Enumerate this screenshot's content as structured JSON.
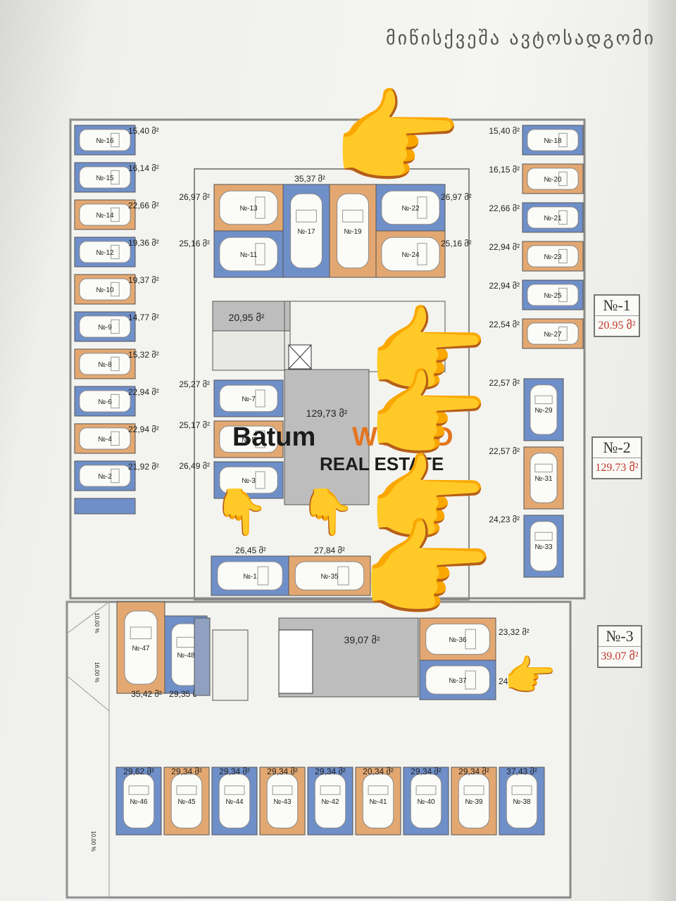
{
  "title": "მიწისქვეშა ავტოსადგომი",
  "colors": {
    "blue": "#6f8fc9",
    "orange": "#e3a871",
    "car": "#fbfbf8",
    "wall": "#8a8a8a",
    "hall": "#bdbdbd",
    "floor": "#f3f3f0"
  },
  "legend": [
    {
      "key": "№-1",
      "value": "20.95 მ²"
    },
    {
      "key": "№-2",
      "value": "129.73 მ²"
    },
    {
      "key": "№-3",
      "value": "39.07 მ²"
    }
  ],
  "logo": {
    "part1": "Batum",
    "part2": "WORLD",
    "tagline": "REAL ESTATE"
  },
  "areas": {
    "a1": "20,95 მ²",
    "a2": "129,73 მ²",
    "a3": "39,07 მ²",
    "top": "35,37 მ²"
  },
  "left_column": [
    {
      "no": "№-16",
      "area": "15,40 მ²",
      "c": "blue"
    },
    {
      "no": "№-15",
      "area": "16,14 მ²",
      "c": "blue"
    },
    {
      "no": "№-14",
      "area": "22,66 მ²",
      "c": "orange"
    },
    {
      "no": "№-12",
      "area": "19,36 მ²",
      "c": "blue"
    },
    {
      "no": "№-10",
      "area": "19,37 მ²",
      "c": "orange"
    },
    {
      "no": "№-9",
      "area": "14,77 მ²",
      "c": "blue"
    },
    {
      "no": "№-8",
      "area": "15,32 მ²",
      "c": "orange"
    },
    {
      "no": "№-6",
      "area": "22,94 მ²",
      "c": "blue"
    },
    {
      "no": "№-4",
      "area": "22,94 მ²",
      "c": "orange"
    },
    {
      "no": "№-2",
      "area": "21,92 მ²",
      "c": "blue"
    }
  ],
  "right_column": [
    {
      "no": "№-18",
      "area": "15,40 მ²",
      "c": "blue"
    },
    {
      "no": "№-20",
      "area": "16,15 მ²",
      "c": "orange"
    },
    {
      "no": "№-21",
      "area": "22,66 მ²",
      "c": "blue"
    },
    {
      "no": "№-23",
      "area": "22,94 მ²",
      "c": "orange"
    },
    {
      "no": "№-25",
      "area": "22,94 მ²",
      "c": "blue"
    },
    {
      "no": "№-27",
      "area": "22,54 მ²",
      "c": "orange"
    }
  ],
  "right_vertical": [
    {
      "no": "№-29",
      "area": "22,57 მ²",
      "c": "blue"
    },
    {
      "no": "№-31",
      "area": "22,57 მ²",
      "c": "orange"
    },
    {
      "no": "№-33",
      "area": "24,23 მ²",
      "c": "blue"
    }
  ],
  "core_top": [
    {
      "no": "№-13",
      "area": "26,97 მ²",
      "c": "orange"
    },
    {
      "no": "№-11",
      "area": "25,16 მ²",
      "c": "blue"
    },
    {
      "no": "№-17",
      "area": "",
      "c": "blue"
    },
    {
      "no": "№-19",
      "area": "",
      "c": "orange"
    },
    {
      "no": "№-22",
      "area": "26,97 მ²",
      "c": "blue"
    },
    {
      "no": "№-24",
      "area": "25,16 მ²",
      "c": "orange"
    }
  ],
  "core_left": [
    {
      "no": "№-7",
      "area": "25,27 მ²",
      "c": "blue"
    },
    {
      "no": "№-5",
      "area": "25,17 მ²",
      "c": "orange"
    },
    {
      "no": "№-3",
      "area": "26,49 მ²",
      "c": "blue"
    }
  ],
  "core_bottom": [
    {
      "no": "№-1",
      "area": "26,45 მ²",
      "c": "blue"
    },
    {
      "no": "№-35",
      "area": "27,84 მ²",
      "c": "orange"
    }
  ],
  "lower_left": [
    {
      "no": "№-47",
      "area": "35,42 მ²",
      "c": "orange"
    },
    {
      "no": "№-48",
      "area": "29,35 მ²",
      "c": "blue"
    }
  ],
  "lower_right": [
    {
      "no": "№-36",
      "area": "23,32 მ²",
      "c": "orange"
    },
    {
      "no": "№-37",
      "area": "24,49 მ²",
      "c": "blue"
    }
  ],
  "bottom_row": [
    {
      "no": "№-46",
      "area": "29,62 მ²",
      "c": "blue"
    },
    {
      "no": "№-45",
      "area": "29,34 მ²",
      "c": "orange"
    },
    {
      "no": "№-44",
      "area": "29,34 მ²",
      "c": "blue"
    },
    {
      "no": "№-43",
      "area": "29,34 მ²",
      "c": "orange"
    },
    {
      "no": "№-42",
      "area": "29,34 მ²",
      "c": "blue"
    },
    {
      "no": "№-41",
      "area": "20,34 მ²",
      "c": "orange"
    },
    {
      "no": "№-40",
      "area": "29,34 მ²",
      "c": "blue"
    },
    {
      "no": "№-39",
      "area": "29,34 მ²",
      "c": "orange"
    },
    {
      "no": "№-38",
      "area": "37,43 მ²",
      "c": "blue"
    }
  ],
  "ramp_labels": [
    "10,00 %",
    "16,00 %",
    "10,00 %"
  ],
  "pointer_emoji": "👉",
  "down_emoji": "👇"
}
